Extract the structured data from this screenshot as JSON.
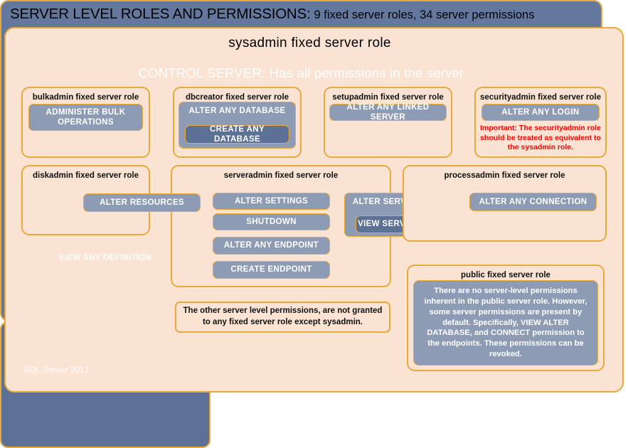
{
  "title": {
    "main": "SERVER LEVEL ROLES AND PERMISSIONS:",
    "subtitle": "9 fixed server roles, 34 server permissions"
  },
  "sysadmin": {
    "label": "sysadmin fixed server role"
  },
  "control_server": {
    "label": "CONTROL SERVER: Has all permissions in the server"
  },
  "roles": {
    "bulkadmin": {
      "title": "bulkadmin fixed server role",
      "permissions": [
        "ADMINISTER  BULK OPERATIONS"
      ]
    },
    "dbcreator": {
      "title": "dbcreator fixed server role",
      "permission_outer": "ALTER ANY DATABASE",
      "permission_inner": "CREATE  ANY DATABASE"
    },
    "setupadmin": {
      "title": "setupadmin fixed server role",
      "permission": "ALTER ANY LINKED SERVER"
    },
    "securityadmin": {
      "title": "securityadmin fixed server role",
      "permission": "ALTER ANY LOGIN",
      "warning": "Important:  The securityadmin role should  be treated as equivalent to the sysadmin role."
    },
    "diskadmin": {
      "title": "diskadmin fixed server role",
      "permission": "ALTER RESOURCES"
    },
    "serveradmin": {
      "title": "serveradmin fixed server role",
      "permissions": [
        "ALTER SETTINGS",
        "SHUTDOWN",
        "ALTER ANY ENDPOINT",
        "CREATE  ENDPOINT"
      ],
      "permission_outer": "ALTER SERVER  STATE",
      "permission_inner": "VIEW SERVER  STATE"
    },
    "processadmin": {
      "title": "processadmin fixed server role",
      "permission": "ALTER ANY CONNECTION"
    },
    "public": {
      "header": "VIEW ANY DEFINITION",
      "title": "public  fixed server role",
      "body": "There are no server-level permissions inherent in the public server role. However, some server permissions are present by default. Specifically, VIEW ALTER DATABASE, and CONNECT permission to the endpoints. These permissions can be revoked."
    }
  },
  "notes": {
    "other_permissions": "The other server level permissions,  are not granted to any fixed server role except sysadmin."
  },
  "footer": {
    "version": "SQL Server 2017"
  },
  "colors": {
    "page_background": "#ffffff",
    "peach_fill": "#fae3d3",
    "gold_border": "#e8a93a",
    "slate_panel": "#64789e",
    "chip_fill": "#8e9bb4",
    "chip_dark_fill": "#5d7197",
    "warning_text": "#ff0000"
  }
}
